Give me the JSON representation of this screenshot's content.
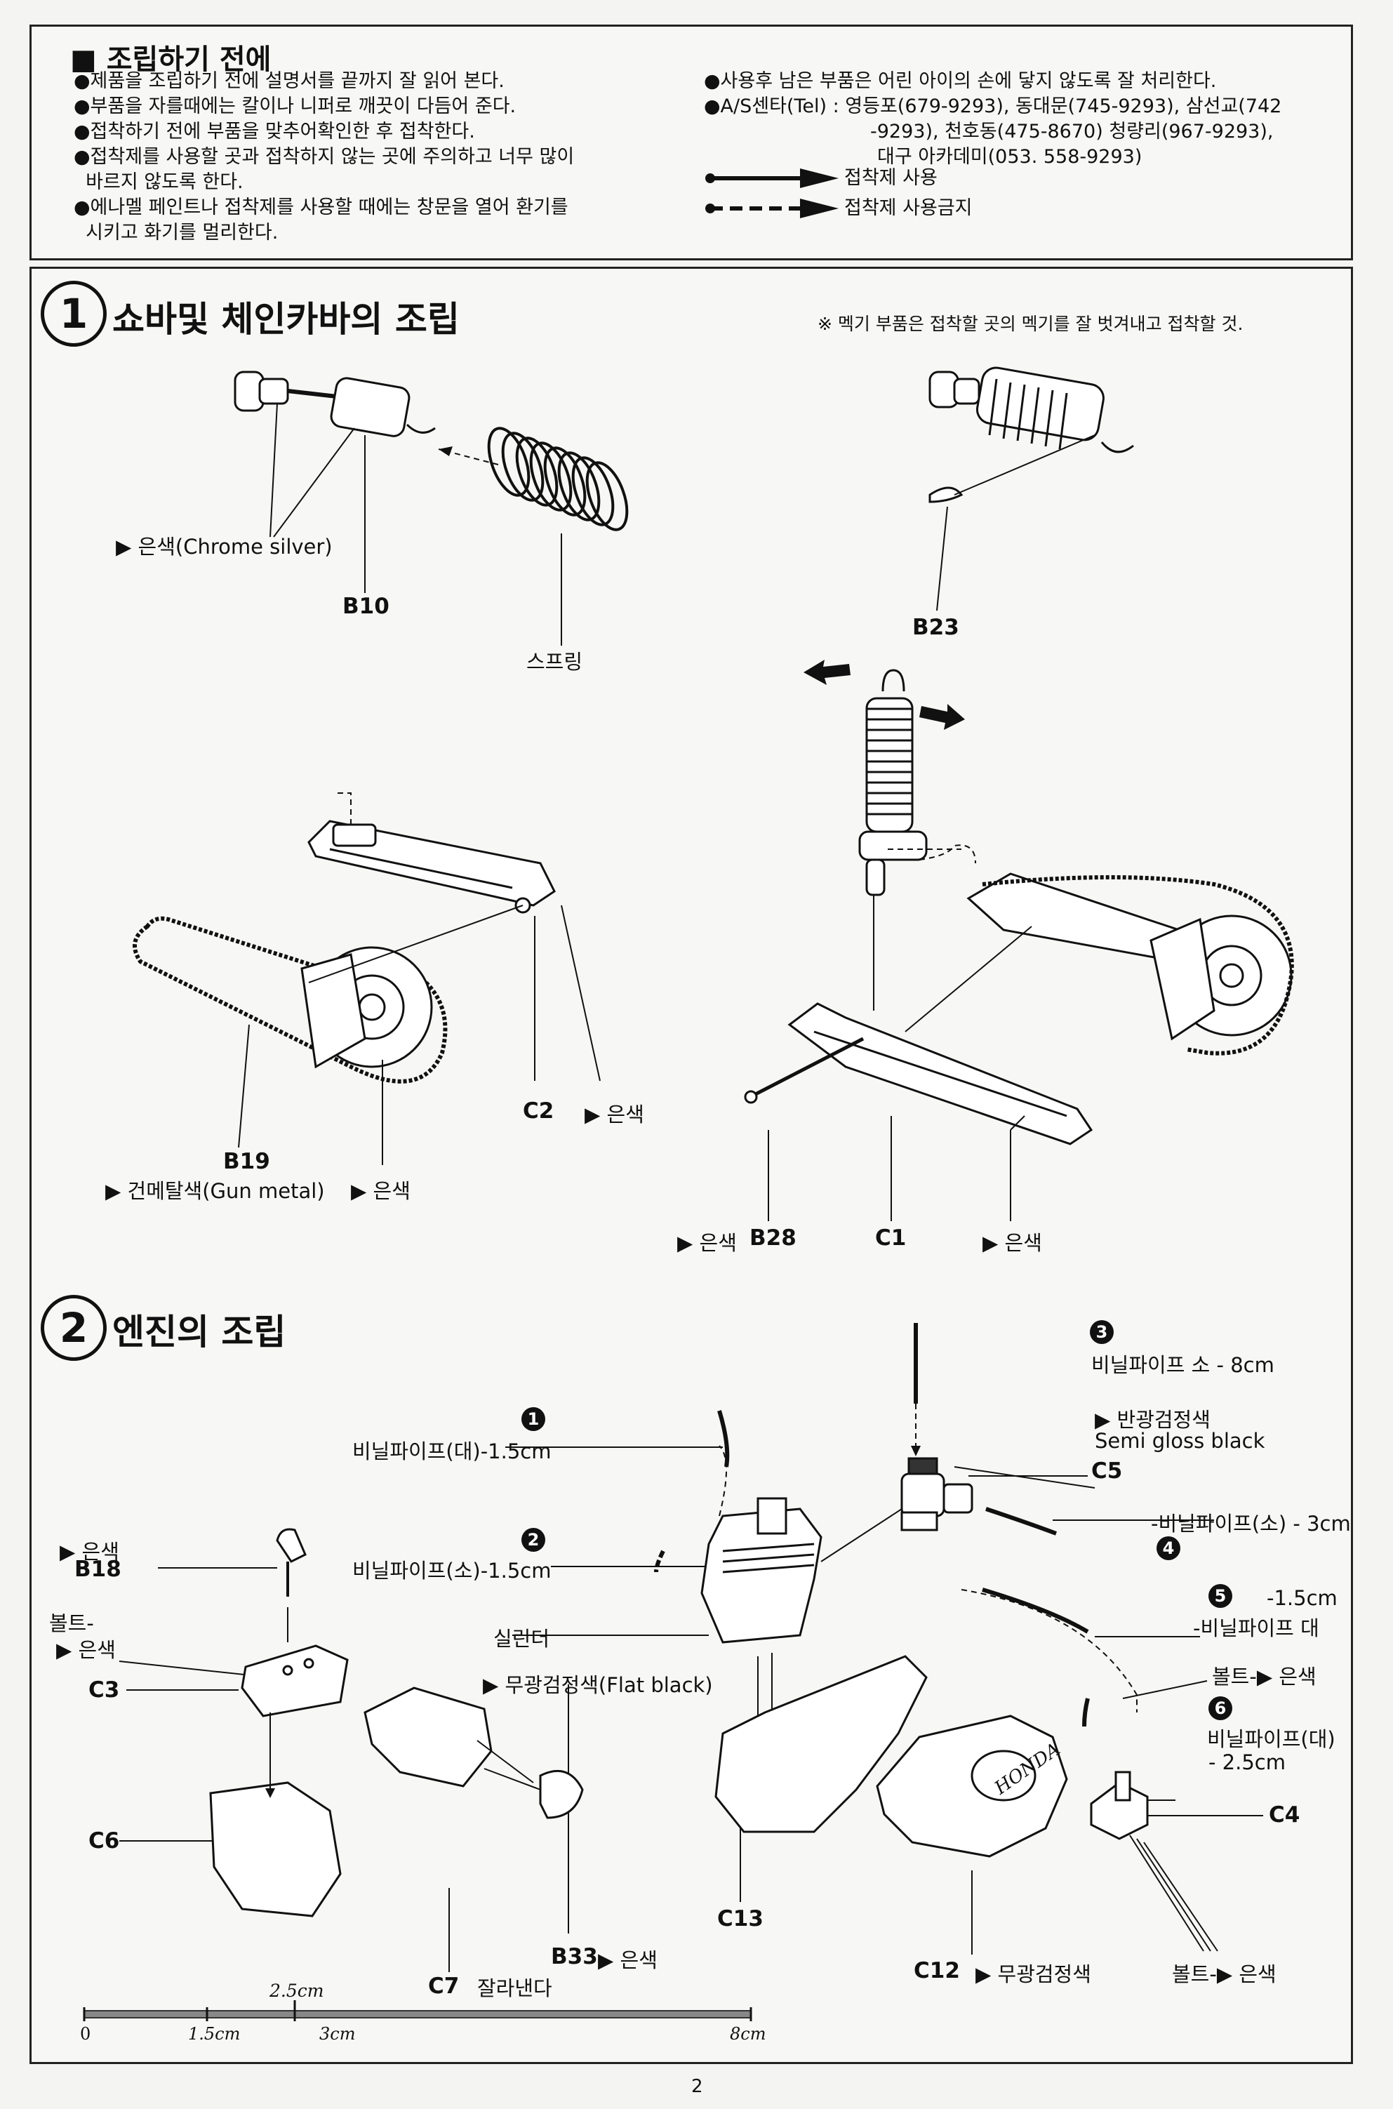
{
  "header": {
    "title": "■ 조립하기 전에",
    "left_notes": [
      "●제품을 조립하기 전에 설명서를 끝까지 잘 읽어 본다.",
      "●부품을 자를때에는 칼이나 니퍼로 깨끗이 다듬어 준다.",
      "●접착하기 전에 부품을 맞추어확인한 후 접착한다.",
      "●접착제를 사용할 곳과 접착하지 않는 곳에 주의하고 너무 많이",
      "  바르지 않도록 한다.",
      "●에나멜 페인트나 접착제를 사용할 때에는 창문을 열어 환기를",
      "  시키고 화기를 멀리한다."
    ],
    "right_notes": [
      "●사용후 남은 부품은 어린 아이의 손에 닿지 않도록 잘 처리한다.",
      "●A/S센타(Tel) : 영등포(679-9293), 동대문(745-9293), 삼선교(742",
      "-9293), 천호동(475-8670) 청량리(967-9293),",
      "대구 아카데미(053. 558-9293)"
    ],
    "legend_glue": "접착제 사용",
    "legend_noglue": "접착제 사용금지"
  },
  "step1": {
    "number": "1",
    "title": "쇼바및 체인카바의 조립",
    "note": "※ 멕기 부품은 접착할 곳의 멕기를 잘 벗겨내고 접착할 것.",
    "labels": {
      "chrome": "▶ 은색(Chrome silver)",
      "b10": "B10",
      "spring": "스프링",
      "b23": "B23",
      "c2": "C2",
      "c2_color": "▶ 은색",
      "b19": "B19",
      "gunmetal": "▶ 건메탈색(Gun metal)",
      "b19_silver": "▶ 은색",
      "b28_color": "▶ 은색",
      "b28": "B28",
      "c1": "C1",
      "c1_color": "▶ 은색"
    }
  },
  "step2": {
    "number": "2",
    "title": "엔진의 조립",
    "labels": {
      "n1": "1",
      "pipe1": "비닐파이프(대)-1.5cm",
      "n2": "2",
      "pipe2": "비닐파이프(소)-1.5cm",
      "n3": "3",
      "pipe3": "비닐파이프 소 - 8cm",
      "semi": "▶ 반광검정색",
      "semi_en": "Semi gloss black",
      "c5": "C5",
      "pipe4": "-비닐파이프(소) - 3cm",
      "n4": "4",
      "n5": "5",
      "pipe5_len": "-1.5cm",
      "pipe5": "-비닐파이프 대",
      "bolt_right": "볼트-▶ 은색",
      "n6": "6",
      "pipe6": "비닐파이프(대)",
      "pipe6_len": "- 2.5cm",
      "c4": "C4",
      "cylinder": "실린더",
      "b18_color": "▶ 은색",
      "b18": "B18",
      "bolt_left": "볼트-",
      "bolt_left_color": "▶ 은색",
      "c3": "C3",
      "flat": "▶ 무광검정색(Flat black)",
      "c6": "C6",
      "c13": "C13",
      "b33": "B33",
      "b33_color": "▶ 은색",
      "c7": "C7",
      "cut": "잘라낸다",
      "c12": "C12",
      "c12_color": "▶ 무광검정색",
      "bolt_bottom": "볼트-▶ 은색",
      "honda": "HONDA"
    }
  },
  "ruler": {
    "label_top": "2.5cm",
    "ticks": [
      "0",
      "1.5cm",
      "3cm",
      "8cm"
    ]
  },
  "page_number": "2"
}
